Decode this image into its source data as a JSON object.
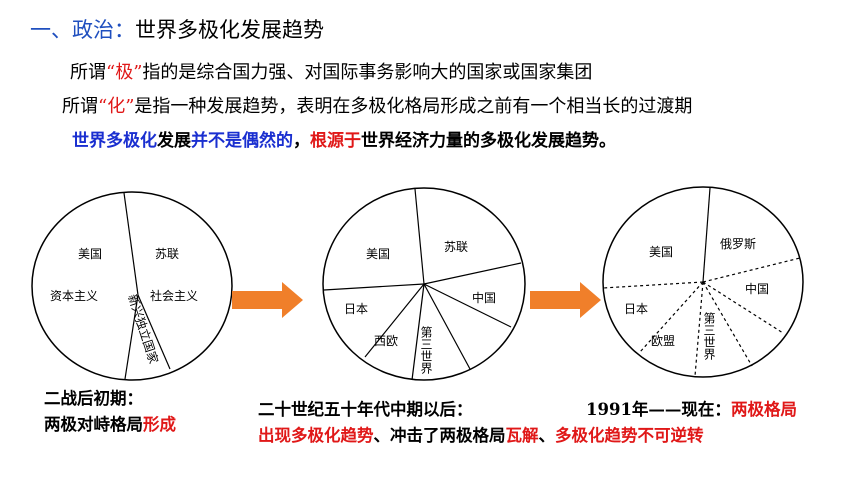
{
  "heading": {
    "num": "一、政治：",
    "rest": "世界多极化发展趋势"
  },
  "line1": {
    "pre": "所谓",
    "term": "“极”",
    "post": "指的是综合国力强、对国际事务影响大的国家或国家集团"
  },
  "line2": {
    "pre": "所谓",
    "term": "“化”",
    "post": "是指一种发展趋势，表明在多极化格局形成之前有一个相当长的过渡期"
  },
  "line3": {
    "a": "世界多极化",
    "b": "发展",
    "c": "并不是偶然的",
    "d": "，",
    "e": "根源于",
    "f": "世界经济力量的多极化发展趋势。"
  },
  "diagram1": {
    "labels": {
      "usa": "美国",
      "ussr": "苏联",
      "capitalism": "资本主义",
      "socialism": "社会主义",
      "newly_independent": "新兴独立国家"
    }
  },
  "diagram2": {
    "labels": {
      "usa": "美国",
      "ussr": "苏联",
      "japan": "日本",
      "china": "中国",
      "western_europe": "西欧",
      "third_world": "第三世界"
    }
  },
  "diagram3": {
    "labels": {
      "usa": "美国",
      "russia": "俄罗斯",
      "japan": "日本",
      "china": "中国",
      "eu": "欧盟",
      "third_world": "第三世界"
    }
  },
  "captions": {
    "c1_line1": "二战后初期：",
    "c1_line2_pre": "两极对峙格局",
    "c1_line2_red": "形成",
    "c2_line1": "二十世纪五十年代中期以后：",
    "c2_line2_red1": "出现多极化趋势",
    "c2_line2_mid": "、冲击了两极格局",
    "c2_line2_red2": "瓦解",
    "c3_line1_pre": "1991年——现在：",
    "c3_line1_red": "两极格局",
    "c3_line2_sep": "、",
    "c3_line2_red": "多极化趋势不可逆转"
  },
  "colors": {
    "heading_blue": "#1f4fbf",
    "accent_red": "#e01818",
    "emph_blue": "#1a2fd0",
    "arrow_orange": "#f07f2a"
  },
  "icons": [
    "right-arrow-icon",
    "right-arrow-icon"
  ]
}
